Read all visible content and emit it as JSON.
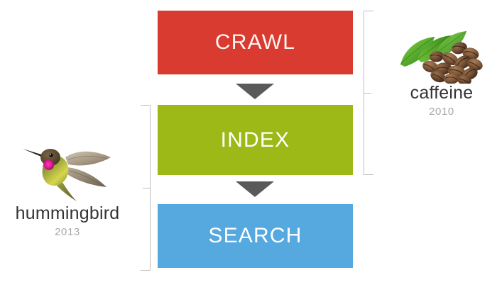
{
  "diagram": {
    "title": "Google search pipeline with algorithm update annotations",
    "background": "#ffffff",
    "stages": [
      {
        "id": "crawl",
        "label": "CRAWL",
        "color": "#d93b30",
        "text_color": "#fdf6f2"
      },
      {
        "id": "index",
        "label": "INDEX",
        "color": "#9cb917",
        "text_color": "#ffffff"
      },
      {
        "id": "search",
        "label": "SEARCH",
        "color": "#56a9de",
        "text_color": "#ffffff"
      }
    ],
    "connectors": [
      {
        "id": "crawl-to-index",
        "shape": "arrow-down-triangle",
        "color": "#5a5a5a"
      },
      {
        "id": "index-to-search",
        "shape": "arrow-down-triangle",
        "color": "#5a5a5a"
      }
    ],
    "brackets": [
      {
        "id": "caffeine-bracket",
        "side": "right",
        "color": "#bfbfbf",
        "spans": [
          "crawl",
          "index"
        ]
      },
      {
        "id": "hummingbird-bracket",
        "side": "left",
        "color": "#bfbfbf",
        "spans": [
          "index",
          "search"
        ]
      }
    ],
    "annotations": [
      {
        "id": "caffeine",
        "name": "caffeine",
        "year": "2010",
        "icon": "coffee-beans-with-leaves-image",
        "name_color": "#333333",
        "year_color": "#a8a8a8"
      },
      {
        "id": "hummingbird",
        "name": "hummingbird",
        "year": "2013",
        "icon": "hummingbird-image",
        "name_color": "#333333",
        "year_color": "#a8a8a8"
      }
    ]
  }
}
